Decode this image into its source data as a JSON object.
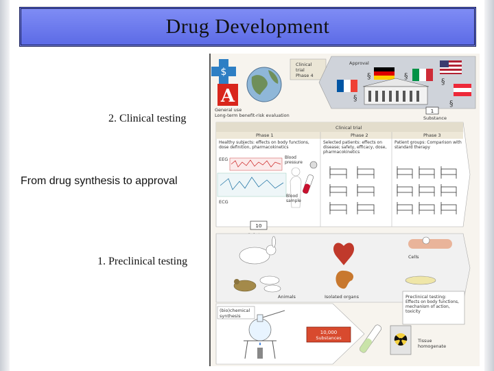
{
  "slide": {
    "title": "Drug Development",
    "label_clinical": "2. Clinical testing",
    "label_overview": "From drug synthesis to approval",
    "label_preclinical": "1. Preclinical testing"
  },
  "figure": {
    "clinical_trial_phase4_line1": "Clinical",
    "clinical_trial_phase4_line2": "trial",
    "clinical_trial_phase4_line3": "Phase 4",
    "approval": "Approval",
    "general_use_line1": "General use",
    "general_use_line2": "Long-term benefit-risk evaluation",
    "substance_count_1": "1",
    "substance_label_1": "Substance",
    "clinical_trial_header": "Clinical trial",
    "phase1": "Phase 1",
    "phase2": "Phase 2",
    "phase3": "Phase 3",
    "phase1_desc": "Healthy subjects: effects on body functions, dose definition, pharmacokinetics",
    "phase2_desc": "Selected patients: effects on disease; safety, efficacy, dose, pharmacokinetics",
    "phase3_desc": "Patient groups: Comparison with standard therapy",
    "eeg": "EEG",
    "ecg": "ECG",
    "blood_pressure": "Blood pressure",
    "blood_sample": "Blood sample",
    "substance_count_10": "10",
    "substance_label_10": "Substances",
    "animals": "Animals",
    "isolated_organs": "Isolated organs",
    "cells": "Cells",
    "preclinical_box_title": "Preclinical testing:",
    "preclinical_box_desc": "Effects on body functions, mechanism of action, toxicity",
    "synthesis_line1": "(bio)chemical",
    "synthesis_line2": "synthesis",
    "substance_count_10000": "10,000",
    "substance_label_10000": "Substances",
    "tissue_line1": "Tissue",
    "tissue_line2": "homogenate",
    "para_symbol": "§"
  }
}
